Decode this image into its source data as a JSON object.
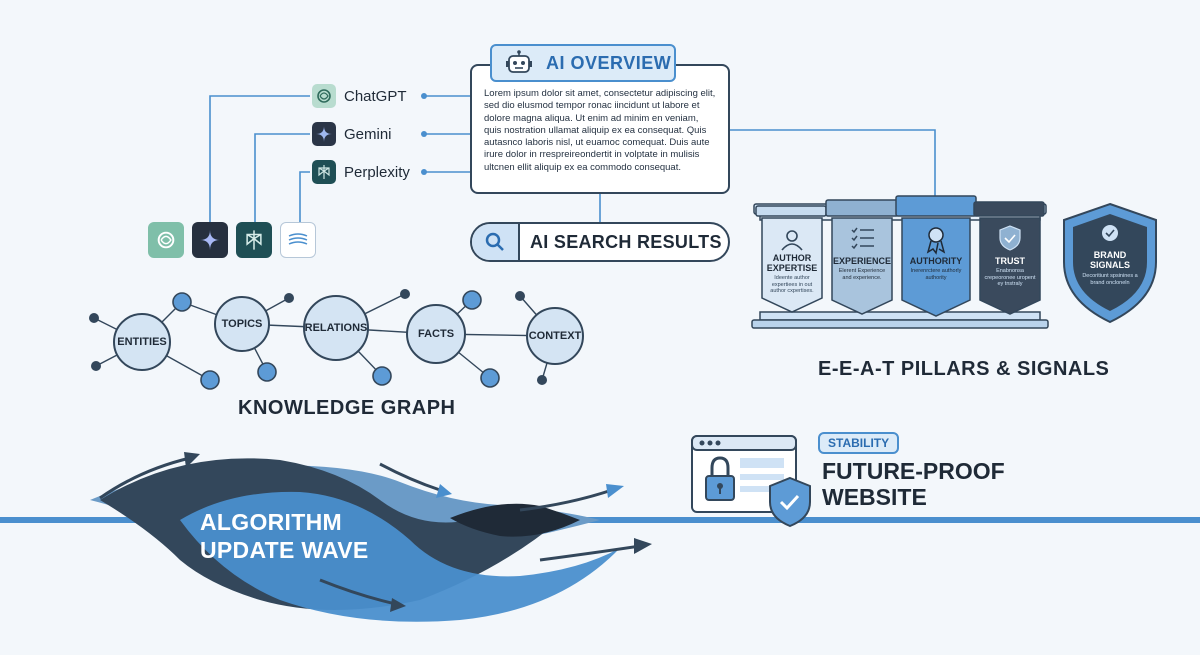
{
  "ai_overview": {
    "title": "AI OVERVIEW",
    "body": "Lorem ipsum dolor sit amet, consectetur adipiscing elit, sed dio elusmod tempor ronac iincidunt ut labore et dolore magna aliqua. Ut enim ad minim en veniam, quis nostration ullamat aliquip ex ea consequat. Quis autasnco laboris nisl, ut euamoc comequat. Duis aute irure dolor in rrespreireondertit in volptate in mulisis ultcnen ellit aliquip ex ea commodo consequat."
  },
  "llms": [
    {
      "name": "ChatGPT",
      "icon": "chatgpt-icon",
      "color": "#6fb3a0"
    },
    {
      "name": "Gemini",
      "icon": "gemini-icon",
      "color": "#2a3547"
    },
    {
      "name": "Perplexity",
      "icon": "perplexity-icon",
      "color": "#1f4f55"
    }
  ],
  "search": {
    "label": "AI SEARCH RESULTS",
    "icon": "search-icon"
  },
  "knowledge_graph": {
    "title": "KNOWLEDGE GRAPH",
    "nodes": [
      "ENTITIES",
      "TOPICS",
      "RELATIONS",
      "FACTS",
      "CONTEXT"
    ]
  },
  "eeat": {
    "title": "E-E-A-T PILLARS & SIGNALS",
    "pillars": [
      {
        "label": "AUTHOR EXPERTISE",
        "sub": "Ideente author expertiees in out author cxpertises.",
        "icon": "person-icon"
      },
      {
        "label": "EXPERIENCE",
        "sub": "Elerent Experience and experience.",
        "icon": "checklist-icon"
      },
      {
        "label": "AUTHORITY",
        "sub": "Inerenrctere authorly authority",
        "icon": "award-icon"
      },
      {
        "label": "TRUST",
        "sub": "Enabnonsa crepeoronee uropent ey tnstraly",
        "icon": "shield-check-icon"
      }
    ],
    "brand": {
      "label": "BRAND SIGNALS",
      "sub": "Decoritiunt spsinines a brand oncloneln",
      "icon": "badge-check-icon"
    }
  },
  "wave": {
    "line1": "ALGORITHM",
    "line2": "UPDATE WAVE"
  },
  "future": {
    "badge": "STABILITY",
    "line1": "FUTURE-PROOF",
    "line2": "WEBSITE"
  },
  "colors": {
    "accent": "#4a8fce",
    "dark": "#33475b",
    "light": "#cfe2f5",
    "ink": "#1f2a37"
  }
}
